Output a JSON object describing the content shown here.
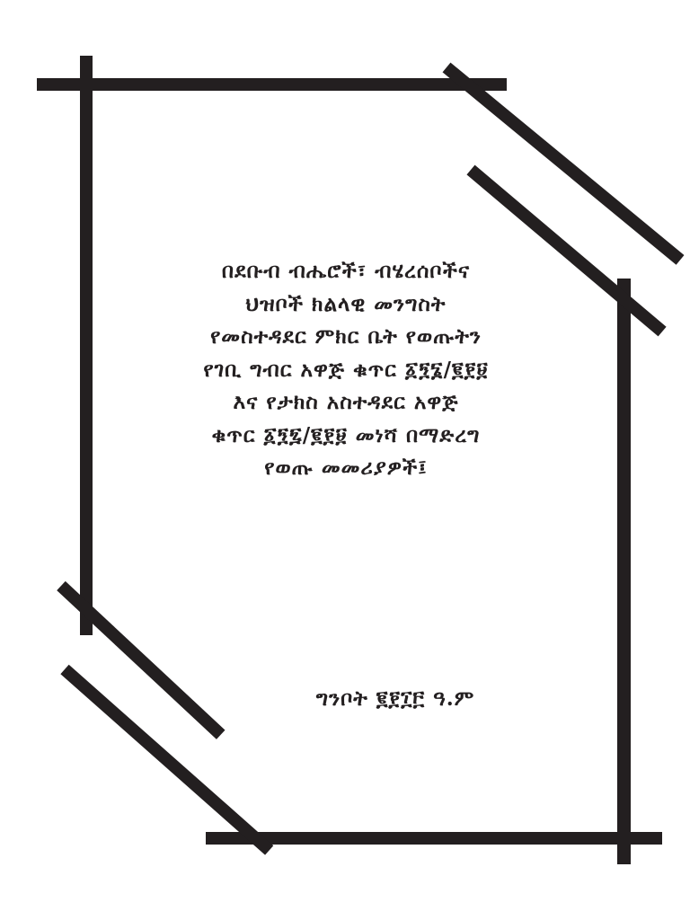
{
  "document": {
    "title_lines": [
      "በደቡብ ብሔሮች፣ ብሄረሰቦችና",
      "ህዝቦች ክልላዊ መንግስት",
      "የመስተዳደር ምክር ቤት የወጡትን",
      "የገቢ ግብር አዋጅ ቁጥር ፩፺፮/፪፻፱",
      "እና የታክስ አስተዳደር አዋጅ",
      "ቁጥር ፩፺፯/፪፻፱ መነሻ በማድረግ",
      "የወጡ መመሪያዎች፤"
    ],
    "date": "ግንቦት ፪፻፲፫ ዓ.ም"
  },
  "colors": {
    "frame": "#231f20",
    "text": "#231f20",
    "background": "#ffffff"
  }
}
